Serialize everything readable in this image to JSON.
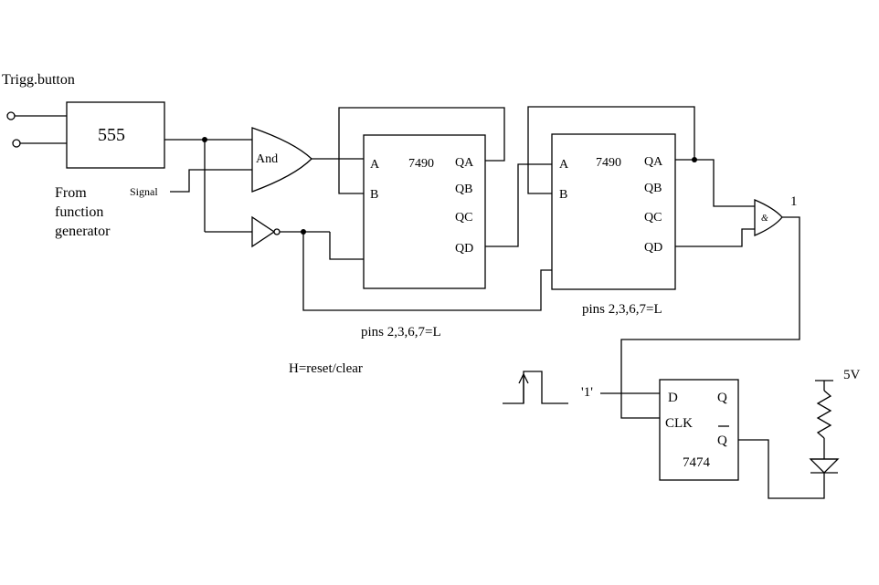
{
  "labels": {
    "trigg_button": "Trigg.button",
    "ic555": "555",
    "from_function_generator": [
      "From",
      "function",
      "generator"
    ],
    "signal": "Signal",
    "and_gate": "And",
    "and_gate_small": "&",
    "output_one": "1",
    "pins_note_1": "pins 2,3,6,7=L",
    "pins_note_2": "pins 2,3,6,7=L",
    "reset_note": "H=reset/clear",
    "d_input_value": "'1'",
    "supply": "5V"
  },
  "counter1": {
    "name": "7490",
    "inputs": [
      "A",
      "B"
    ],
    "outputs": [
      "QA",
      "QB",
      "QC",
      "QD"
    ]
  },
  "counter2": {
    "name": "7490",
    "inputs": [
      "A",
      "B"
    ],
    "outputs": [
      "QA",
      "QB",
      "QC",
      "QD"
    ]
  },
  "flipflop": {
    "name": "7474",
    "d": "D",
    "clk": "CLK",
    "q": "Q",
    "qbar": "Q"
  }
}
